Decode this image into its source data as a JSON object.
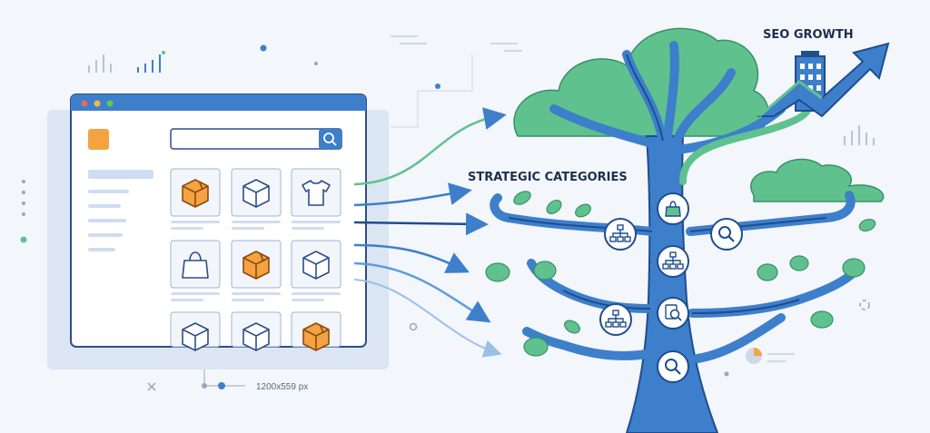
{
  "labels": {
    "seo_growth": "SEO GROWTH",
    "strategic_categories": "STRATEGIC CATEGORIES",
    "dimension_note": "1200x559 px"
  },
  "colors": {
    "background": "#f3f6fa",
    "blue": "#3d7fcb",
    "dark_blue": "#1f4d8f",
    "green": "#5fc28e",
    "orange": "#f5a340",
    "panel": "#ffffff",
    "shadow": "#dce6f2"
  },
  "browser": {
    "window_dots": [
      "#e56b5d",
      "#f5b940",
      "#61c55a"
    ],
    "search_icon": "search-icon",
    "products": [
      {
        "icon": "box-icon",
        "style": "orange"
      },
      {
        "icon": "box-icon",
        "style": "outline"
      },
      {
        "icon": "shirt-icon",
        "style": "outline"
      },
      {
        "icon": "bag-icon",
        "style": "outline"
      },
      {
        "icon": "box-icon",
        "style": "orange"
      },
      {
        "icon": "box-icon",
        "style": "outline"
      },
      {
        "icon": "box-icon",
        "style": "outline"
      },
      {
        "icon": "box-icon",
        "style": "outline"
      },
      {
        "icon": "box-icon",
        "style": "orange"
      }
    ]
  },
  "tree_nodes": [
    "sitemap-icon",
    "bag-icon",
    "search-icon",
    "sitemap-icon",
    "sitemap-icon",
    "search-doc-icon",
    "search-icon"
  ]
}
